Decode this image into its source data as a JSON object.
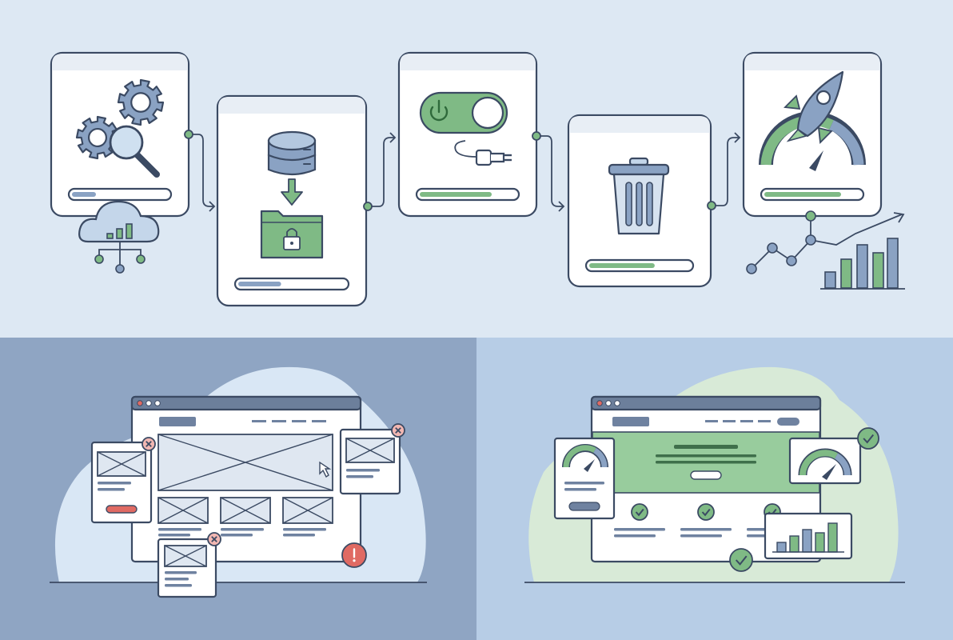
{
  "colors": {
    "top_bg": "#dde8f3",
    "left_bg": "#8fa5c3",
    "right_bg": "#b7cde6",
    "blob_light": "#d9e7f5",
    "blob_green": "#d8ead7",
    "stroke": "#3b4a63",
    "card_fill": "#ffffff",
    "card_header": "#e8eef5",
    "accent_blue": "#8aa2c3",
    "accent_green": "#7fba85",
    "green_dark": "#5c9b66",
    "alert_red": "#e06a63"
  },
  "pipeline": {
    "steps": [
      {
        "name": "configure",
        "icon": "gears-magnifier-icon",
        "progress": 0.25,
        "bar_color": "blue"
      },
      {
        "name": "backup",
        "icon": "database-to-folder-icon",
        "progress": 0.4,
        "bar_color": "blue"
      },
      {
        "name": "toggle",
        "icon": "power-toggle-plug-icon",
        "progress": 0.75,
        "bar_color": "green"
      },
      {
        "name": "remove",
        "icon": "trash-can-icon",
        "progress": 0.65,
        "bar_color": "green"
      },
      {
        "name": "launch",
        "icon": "rocket-gauge-icon",
        "progress": 0.8,
        "bar_color": "green"
      }
    ],
    "cloud_icon": "cloud-analytics-icon",
    "growth_chart_icon": "growth-chart-icon"
  },
  "before_panel": {
    "state": "broken",
    "icons": [
      "close-icon",
      "warning-icon",
      "cursor-icon",
      "image-placeholder-icon"
    ]
  },
  "after_panel": {
    "state": "optimized",
    "icons": [
      "check-icon",
      "gauge-icon",
      "bar-chart-icon"
    ]
  }
}
